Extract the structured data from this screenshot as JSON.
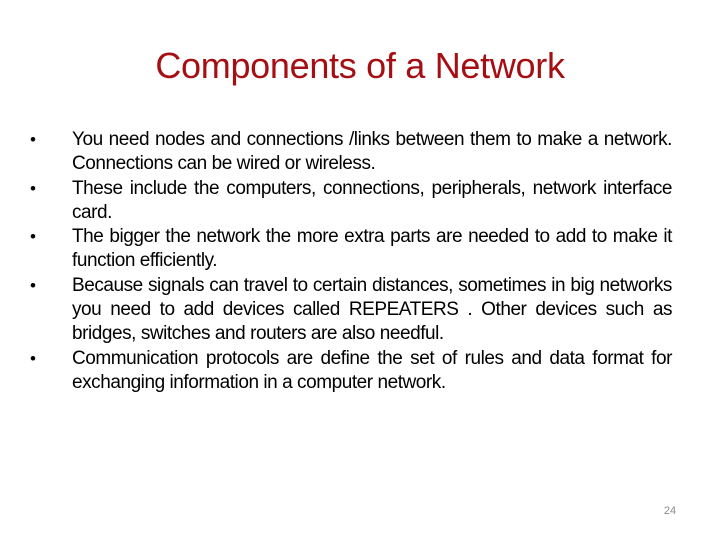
{
  "slide": {
    "title": "Components of a Network",
    "title_color": "#a50f14",
    "bullet_glyph": "•",
    "bullets": [
      {
        "text": "You need nodes and connections /links  between them to make a network.  Connections can be wired or wireless."
      },
      {
        "text": "These include the computers, connections, peripherals, network interface card."
      },
      {
        "text": "The bigger the network the more extra parts are needed to add to make it function efficiently."
      },
      {
        "text": "Because signals can travel to certain distances, sometimes in big networks you need to add devices called REPEATERS . Other devices such as bridges, switches and routers are also needful."
      },
      {
        "text": "Communication protocols are define the set of rules and data format for exchanging information in a computer network."
      }
    ],
    "page_number": "24"
  }
}
